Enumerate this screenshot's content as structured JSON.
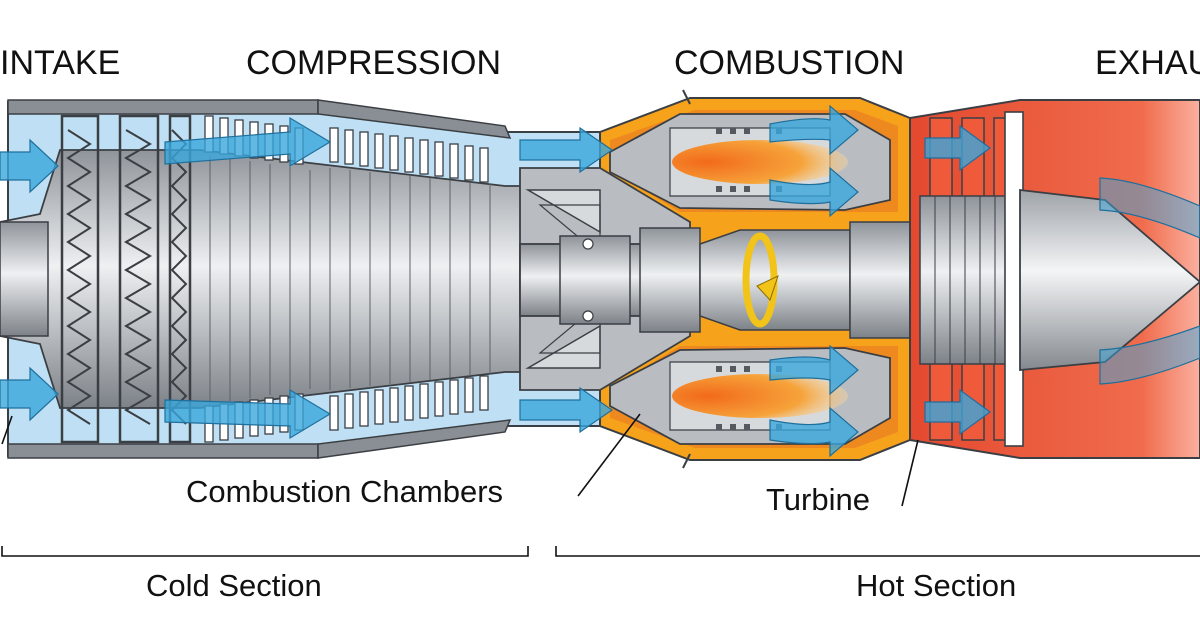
{
  "stages": {
    "intake": "INTAKE",
    "compression": "COMPRESSION",
    "combustion": "COMBUSTION",
    "exhaust": "EXHAU"
  },
  "parts": {
    "combustion_chambers": "Combustion Chambers",
    "turbine": "Turbine"
  },
  "sections": {
    "cold": "Cold Section",
    "hot": "Hot Section"
  },
  "colors": {
    "cold_air": "#bfe0f4",
    "airflow_arrow": "#3aa6dc",
    "combustion_gas": "#f7a21b",
    "chamber_outline": "#e87424",
    "hot_gas": "#ee5a3a",
    "metal": "#b9bdc2",
    "metal_dark": "#555a60",
    "flame": "#f08a28",
    "rotation_arrow": "#f2c318"
  },
  "icons": {
    "rotation": "rotation-arrow-icon"
  }
}
